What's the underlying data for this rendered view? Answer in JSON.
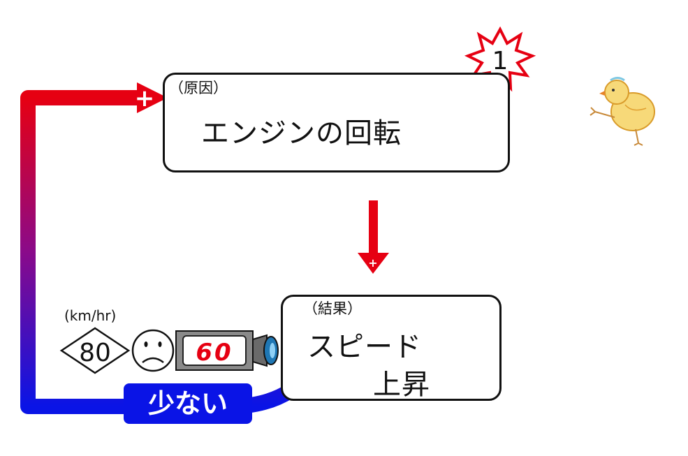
{
  "cause_box": {
    "tag": "（原因）",
    "label": "エンジンの回転"
  },
  "result_box": {
    "tag": "（結果）",
    "label_line1": "スピード",
    "label_line2": "上昇"
  },
  "loop_badge": "1",
  "sign_plus": "+",
  "speed_unit": "(km/hr)",
  "speed_limit": "80",
  "measured_speed": "60",
  "gap_label": "少ない",
  "colors": {
    "red": "#e60012",
    "blue": "#0a14e6",
    "arrow_outline": "#1a1ae6",
    "display_text": "#e60012",
    "burst": "#e60012"
  }
}
